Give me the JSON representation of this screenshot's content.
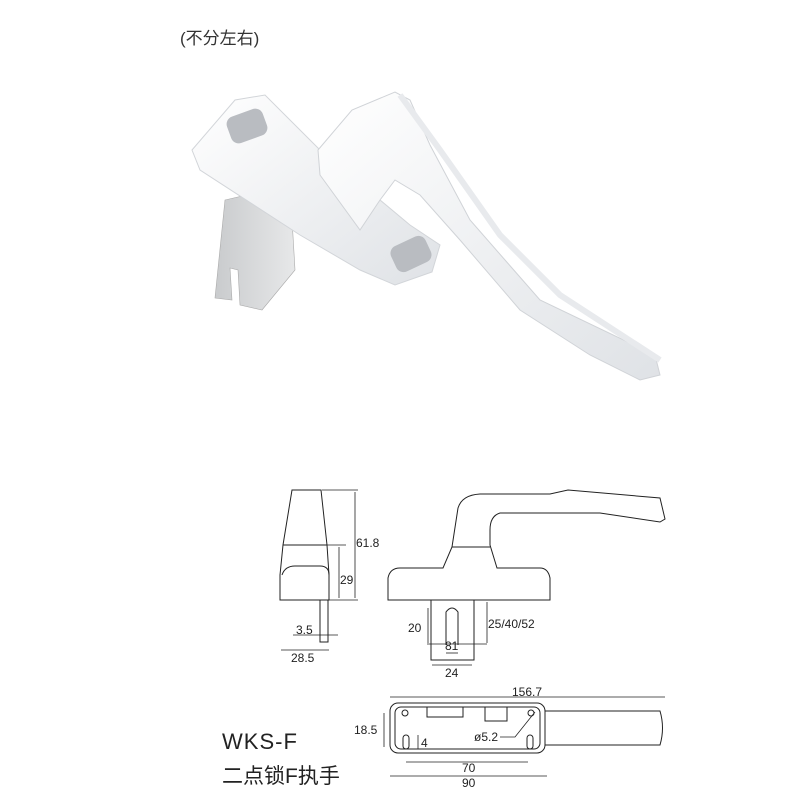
{
  "note": "(不分左右)",
  "model": "WKS-F",
  "product_name": "二点锁F执手",
  "dimensions": {
    "height_total": "61.8",
    "height_base": "29",
    "spindle_width": "3.5",
    "side_width": "28.5",
    "slot_height": "20",
    "slot_width": "81",
    "spindle_length": "25/40/52",
    "spindle_plate_width": "24",
    "overall_length": "156.7",
    "base_height": "18.5",
    "hole_diameter": "ø5.2",
    "slot_length": "4",
    "hole_spacing": "70",
    "base_length": "90"
  },
  "colors": {
    "handle": "#f4f5f7",
    "line": "#222222"
  }
}
